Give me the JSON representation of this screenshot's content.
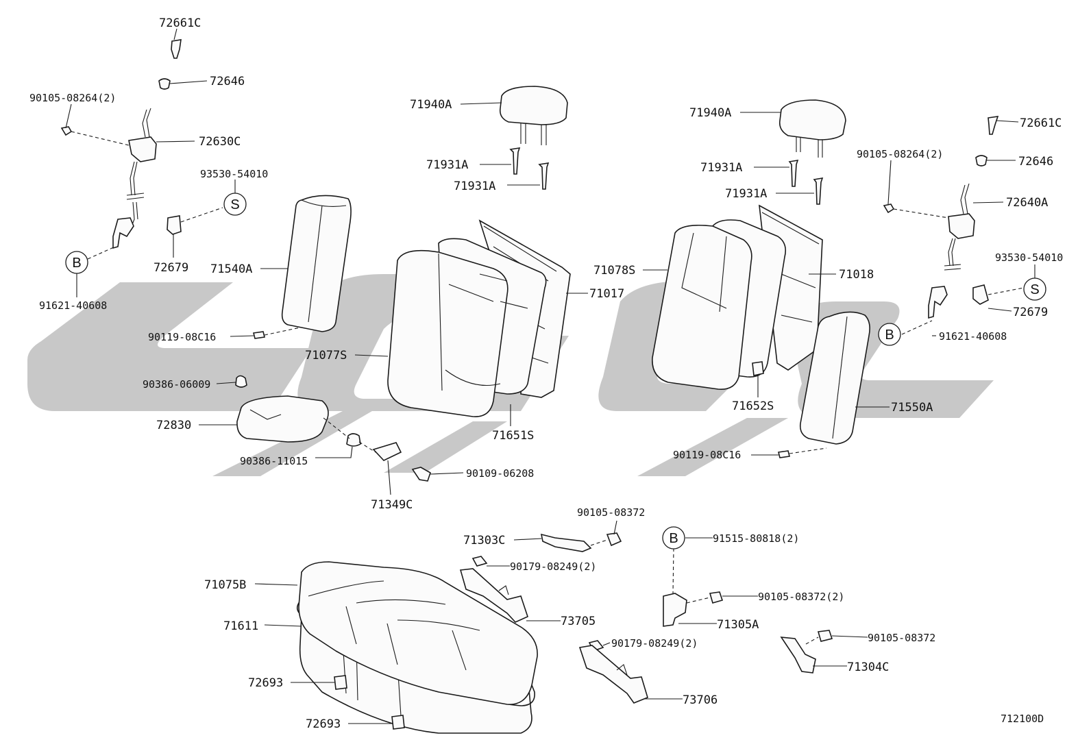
{
  "watermark_color": "#c8c8c8",
  "ink_color": "#1a1a1a",
  "parts": {
    "p72661C_l": "72661C",
    "p72646_l": "72646",
    "p9010508264_l": "90105-08264(2)",
    "p72630C": "72630C",
    "p9353054010_l": "93530-54010",
    "p72679_l": "72679",
    "p71540A": "71540A",
    "p9162140608_l": "91621-40608",
    "p9011908C16_l": "90119-08C16",
    "p71940A_l": "71940A",
    "p71931A_l1": "71931A",
    "p71931A_l2": "71931A",
    "p71017": "71017",
    "p71077S": "71077S",
    "p9038606009": "90386-06009",
    "p72830": "72830",
    "p71651S": "71651S",
    "p9038611015": "90386-11015",
    "p9010906208": "90109-06208",
    "p71349C": "71349C",
    "p71940A_r": "71940A",
    "p71931A_r1": "71931A",
    "p71931A_r2": "71931A",
    "p71078S": "71078S",
    "p71018": "71018",
    "p71652S": "71652S",
    "p72661C_r": "72661C",
    "p9010508264_r": "90105-08264(2)",
    "p72646_r": "72646",
    "p72640A": "72640A",
    "p9353054010_r": "93530-54010",
    "p72679_r": "72679",
    "p9162140608_r": "91621-40608",
    "p71550A": "71550A",
    "p9011908C16_r": "90119-08C16",
    "p9010508372_a": "90105-08372",
    "p71303C": "71303C",
    "p9017908249_a": "90179-08249(2)",
    "p9151580818": "91515-80818(2)",
    "p71075B": "71075B",
    "p71611": "71611",
    "p73705": "73705",
    "p9010508372_b": "90105-08372(2)",
    "p71305A": "71305A",
    "p9017908249_b": "90179-08249(2)",
    "p9010508372_c": "90105-08372",
    "p71304C": "71304C",
    "p72693_a": "72693",
    "p72693_b": "72693",
    "p73706": "73706"
  },
  "callouts": {
    "s_left": "S",
    "b_left": "B",
    "s_right": "S",
    "b_right": "B",
    "b_bottom": "B"
  },
  "figure_id": "712100D"
}
